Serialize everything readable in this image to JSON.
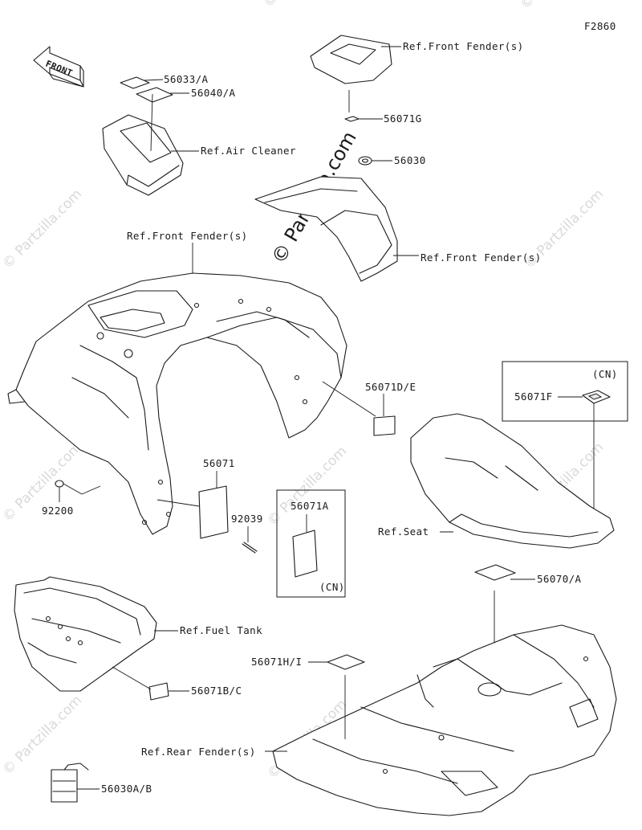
{
  "figure_id": "F2860",
  "watermark": "© Partzilla.com",
  "front_arrow_label": "FRONT",
  "labels": {
    "p56033A": "56033/A",
    "p56040A": "56040/A",
    "air_cleaner": "Ref.Air Cleaner",
    "front_fender_top": "Ref.Front Fender(s)",
    "p56071G": "56071G",
    "p56030": "56030",
    "front_fender_side": "Ref.Front Fender(s)",
    "front_fender_main": "Ref.Front Fender(s)",
    "p56071DE": "56071D/E",
    "p56071": "56071",
    "p92039": "92039",
    "p92200": "92200",
    "p56071A": "56071A",
    "cn_inset": "(CN)",
    "cn_seat": "(CN)",
    "p56071F": "56071F",
    "seat": "Ref.Seat",
    "p56070A": "56070/A",
    "fuel_tank": "Ref.Fuel Tank",
    "p56071BC": "56071B/C",
    "p56071HI": "56071H/I",
    "rear_fender": "Ref.Rear Fender(s)",
    "p56030AB": "56030A/B"
  }
}
